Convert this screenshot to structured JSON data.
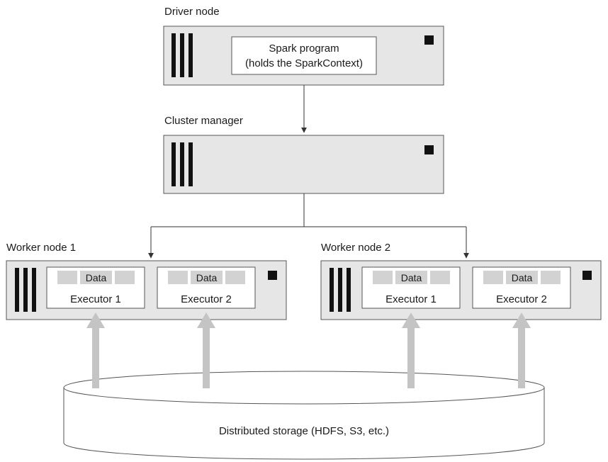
{
  "colors": {
    "node_fill": "#e6e6e6",
    "node_stroke": "#555555",
    "box_fill": "#ffffff",
    "data_fill": "#d2d2d2",
    "bar_fill": "#111111",
    "upload_arrow": "#c4c4c4",
    "connector": "#333333"
  },
  "driver": {
    "title": "Driver node",
    "program_line1": "Spark program",
    "program_line2": "(holds the SparkContext)"
  },
  "cluster_manager": {
    "title": "Cluster manager"
  },
  "workers": [
    {
      "title": "Worker node 1",
      "executors": [
        {
          "data": "Data",
          "label": "Executor 1"
        },
        {
          "data": "Data",
          "label": "Executor 2"
        }
      ]
    },
    {
      "title": "Worker node 2",
      "executors": [
        {
          "data": "Data",
          "label": "Executor 1"
        },
        {
          "data": "Data",
          "label": "Executor 2"
        }
      ]
    }
  ],
  "storage": {
    "label": "Distributed storage (HDFS, S3, etc.)"
  }
}
